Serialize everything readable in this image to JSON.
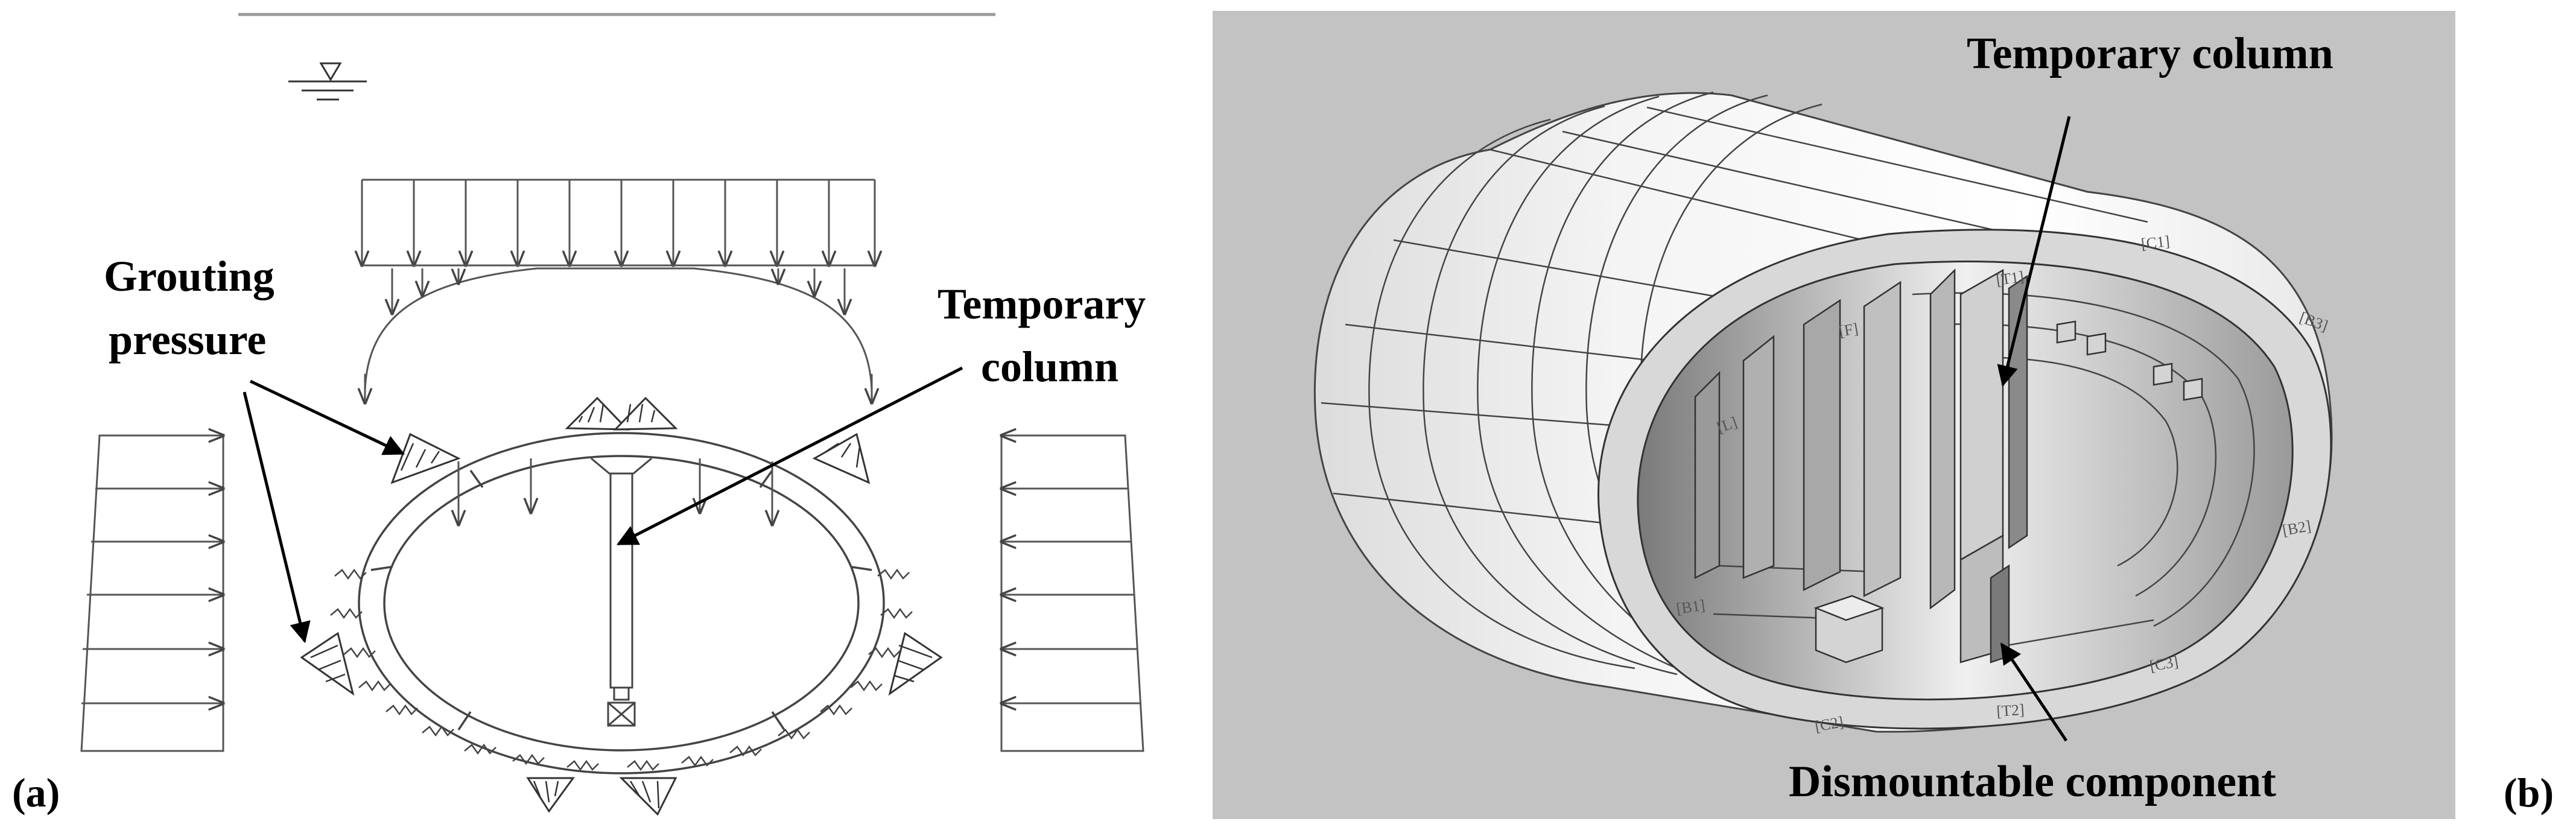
{
  "panel_a": {
    "id_label": "(a)",
    "label_grouting_line1": "Grouting",
    "label_grouting_line2": "pressure",
    "label_temp_line1": "Temporary",
    "label_temp_line2": "column"
  },
  "panel_b": {
    "id_label": "(b)",
    "label_temp": "Temporary column",
    "label_dismount": "Dismountable component",
    "segment_tags": {
      "t1": "[T1]",
      "c1": "[C1]",
      "f": "[F]",
      "b3": "[B3]",
      "l": "[L]",
      "b2": "[B2]",
      "b1": "[B1]",
      "c3": "[C3]",
      "c2": "[C2]",
      "t2": "[T2]"
    }
  }
}
